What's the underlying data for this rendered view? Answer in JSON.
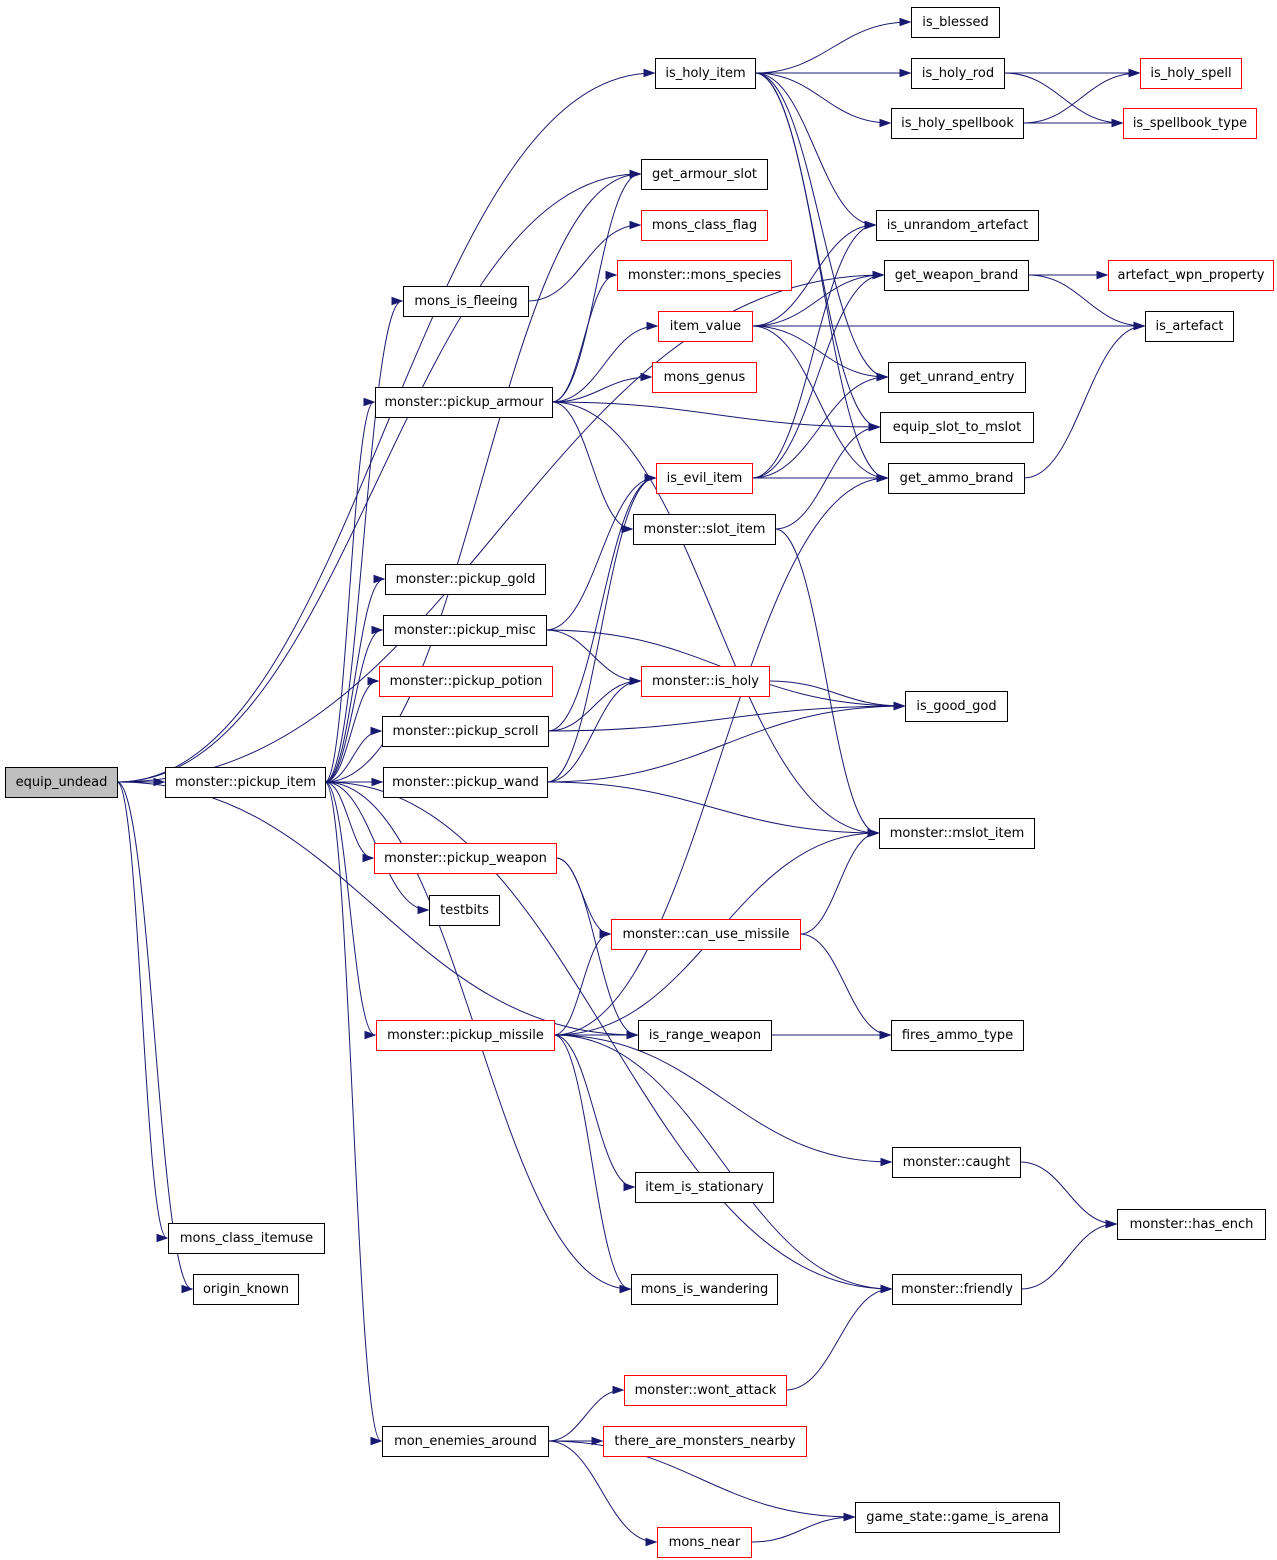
{
  "colors": {
    "edge": "#191970",
    "border_documented": "#000000",
    "border_undocumented": "#ff0000",
    "root_fill": "#bfbfbf",
    "node_fill": "#ffffff"
  },
  "nodes": {
    "equip_undead": {
      "label": "equip_undead",
      "style": "root"
    },
    "pickup_item": {
      "label": "monster::pickup_item",
      "style": "black"
    },
    "mons_class_itemuse": {
      "label": "mons_class_itemuse",
      "style": "black"
    },
    "origin_known": {
      "label": "origin_known",
      "style": "black"
    },
    "is_holy_item": {
      "label": "is_holy_item",
      "style": "black"
    },
    "get_armour_slot": {
      "label": "get_armour_slot",
      "style": "black"
    },
    "mons_class_flag": {
      "label": "mons_class_flag",
      "style": "red"
    },
    "mons_is_fleeing": {
      "label": "mons_is_fleeing",
      "style": "black"
    },
    "mons_species": {
      "label": "monster::mons_species",
      "style": "red"
    },
    "item_value": {
      "label": "item_value",
      "style": "red"
    },
    "pickup_armour": {
      "label": "monster::pickup_armour",
      "style": "black"
    },
    "mons_genus": {
      "label": "mons_genus",
      "style": "red"
    },
    "is_evil_item": {
      "label": "is_evil_item",
      "style": "red"
    },
    "slot_item": {
      "label": "monster::slot_item",
      "style": "black"
    },
    "pickup_gold": {
      "label": "monster::pickup_gold",
      "style": "black"
    },
    "pickup_misc": {
      "label": "monster::pickup_misc",
      "style": "black"
    },
    "pickup_potion": {
      "label": "monster::pickup_potion",
      "style": "red"
    },
    "is_holy": {
      "label": "monster::is_holy",
      "style": "red"
    },
    "pickup_scroll": {
      "label": "monster::pickup_scroll",
      "style": "black"
    },
    "pickup_wand": {
      "label": "monster::pickup_wand",
      "style": "black"
    },
    "pickup_weapon": {
      "label": "monster::pickup_weapon",
      "style": "red"
    },
    "testbits": {
      "label": "testbits",
      "style": "black"
    },
    "can_use_missile": {
      "label": "monster::can_use_missile",
      "style": "red"
    },
    "pickup_missile": {
      "label": "monster::pickup_missile",
      "style": "red"
    },
    "is_range_weapon": {
      "label": "is_range_weapon",
      "style": "black"
    },
    "item_is_stationary": {
      "label": "item_is_stationary",
      "style": "black"
    },
    "mons_is_wandering": {
      "label": "mons_is_wandering",
      "style": "black"
    },
    "wont_attack": {
      "label": "monster::wont_attack",
      "style": "red"
    },
    "mon_enemies_around": {
      "label": "mon_enemies_around",
      "style": "black"
    },
    "there_are_monsters_nearby": {
      "label": "there_are_monsters_nearby",
      "style": "red"
    },
    "mons_near": {
      "label": "mons_near",
      "style": "red"
    },
    "is_blessed": {
      "label": "is_blessed",
      "style": "black"
    },
    "is_holy_rod": {
      "label": "is_holy_rod",
      "style": "black"
    },
    "is_holy_spellbook": {
      "label": "is_holy_spellbook",
      "style": "black"
    },
    "is_unrandom_artefact": {
      "label": "is_unrandom_artefact",
      "style": "black"
    },
    "get_weapon_brand": {
      "label": "get_weapon_brand",
      "style": "black"
    },
    "get_unrand_entry": {
      "label": "get_unrand_entry",
      "style": "black"
    },
    "equip_slot_to_mslot": {
      "label": "equip_slot_to_mslot",
      "style": "black"
    },
    "get_ammo_brand": {
      "label": "get_ammo_brand",
      "style": "black"
    },
    "is_good_god": {
      "label": "is_good_god",
      "style": "black"
    },
    "mslot_item": {
      "label": "monster::mslot_item",
      "style": "black"
    },
    "fires_ammo_type": {
      "label": "fires_ammo_type",
      "style": "black"
    },
    "caught": {
      "label": "monster::caught",
      "style": "black"
    },
    "friendly": {
      "label": "monster::friendly",
      "style": "black"
    },
    "game_is_arena": {
      "label": "game_state::game_is_arena",
      "style": "black"
    },
    "is_holy_spell": {
      "label": "is_holy_spell",
      "style": "red"
    },
    "is_spellbook_type": {
      "label": "is_spellbook_type",
      "style": "red"
    },
    "artefact_wpn_property": {
      "label": "artefact_wpn_property",
      "style": "red"
    },
    "is_artefact": {
      "label": "is_artefact",
      "style": "black"
    },
    "has_ench": {
      "label": "monster::has_ench",
      "style": "black"
    }
  },
  "edges": [
    [
      "equip_undead",
      "pickup_item"
    ],
    [
      "equip_undead",
      "is_holy_item"
    ],
    [
      "equip_undead",
      "get_armour_slot"
    ],
    [
      "equip_undead",
      "get_weapon_brand"
    ],
    [
      "equip_undead",
      "is_range_weapon"
    ],
    [
      "equip_undead",
      "mons_class_itemuse"
    ],
    [
      "equip_undead",
      "origin_known"
    ],
    [
      "pickup_item",
      "mons_is_fleeing"
    ],
    [
      "pickup_item",
      "pickup_armour"
    ],
    [
      "pickup_item",
      "pickup_gold"
    ],
    [
      "pickup_item",
      "pickup_misc"
    ],
    [
      "pickup_item",
      "pickup_potion"
    ],
    [
      "pickup_item",
      "pickup_scroll"
    ],
    [
      "pickup_item",
      "pickup_wand"
    ],
    [
      "pickup_item",
      "pickup_weapon"
    ],
    [
      "pickup_item",
      "testbits"
    ],
    [
      "pickup_item",
      "pickup_missile"
    ],
    [
      "pickup_item",
      "mons_is_wandering"
    ],
    [
      "pickup_item",
      "friendly"
    ],
    [
      "pickup_item",
      "mon_enemies_around"
    ],
    [
      "pickup_item",
      "get_armour_slot"
    ],
    [
      "mons_is_fleeing",
      "mons_class_flag"
    ],
    [
      "pickup_armour",
      "get_armour_slot"
    ],
    [
      "pickup_armour",
      "mons_species"
    ],
    [
      "pickup_armour",
      "item_value"
    ],
    [
      "pickup_armour",
      "mons_genus"
    ],
    [
      "pickup_armour",
      "equip_slot_to_mslot"
    ],
    [
      "pickup_armour",
      "slot_item"
    ],
    [
      "pickup_armour",
      "mslot_item"
    ],
    [
      "pickup_misc",
      "is_evil_item"
    ],
    [
      "pickup_misc",
      "is_holy"
    ],
    [
      "pickup_misc",
      "is_good_god"
    ],
    [
      "pickup_scroll",
      "is_evil_item"
    ],
    [
      "pickup_scroll",
      "is_holy"
    ],
    [
      "pickup_scroll",
      "is_good_god"
    ],
    [
      "pickup_wand",
      "is_evil_item"
    ],
    [
      "pickup_wand",
      "is_holy"
    ],
    [
      "pickup_wand",
      "is_good_god"
    ],
    [
      "pickup_wand",
      "mslot_item"
    ],
    [
      "pickup_weapon",
      "can_use_missile"
    ],
    [
      "pickup_weapon",
      "is_range_weapon"
    ],
    [
      "pickup_missile",
      "get_ammo_brand"
    ],
    [
      "pickup_missile",
      "can_use_missile"
    ],
    [
      "pickup_missile",
      "mslot_item"
    ],
    [
      "pickup_missile",
      "fires_ammo_type"
    ],
    [
      "pickup_missile",
      "caught"
    ],
    [
      "pickup_missile",
      "item_is_stationary"
    ],
    [
      "pickup_missile",
      "mons_is_wandering"
    ],
    [
      "pickup_missile",
      "friendly"
    ],
    [
      "can_use_missile",
      "mslot_item"
    ],
    [
      "can_use_missile",
      "fires_ammo_type"
    ],
    [
      "is_range_weapon",
      "fires_ammo_type"
    ],
    [
      "mon_enemies_around",
      "wont_attack"
    ],
    [
      "mon_enemies_around",
      "there_are_monsters_nearby"
    ],
    [
      "mon_enemies_around",
      "game_is_arena"
    ],
    [
      "mon_enemies_around",
      "mons_near"
    ],
    [
      "mons_near",
      "game_is_arena"
    ],
    [
      "wont_attack",
      "friendly"
    ],
    [
      "caught",
      "has_ench"
    ],
    [
      "friendly",
      "has_ench"
    ],
    [
      "is_holy",
      "is_good_god"
    ],
    [
      "is_holy_item",
      "is_blessed"
    ],
    [
      "is_holy_item",
      "is_holy_rod"
    ],
    [
      "is_holy_item",
      "is_holy_spellbook"
    ],
    [
      "is_holy_item",
      "is_unrandom_artefact"
    ],
    [
      "is_holy_item",
      "get_unrand_entry"
    ],
    [
      "is_holy_item",
      "equip_slot_to_mslot"
    ],
    [
      "is_holy_item",
      "get_ammo_brand"
    ],
    [
      "is_holy_rod",
      "is_holy_spell"
    ],
    [
      "is_holy_rod",
      "is_spellbook_type"
    ],
    [
      "is_holy_spellbook",
      "is_holy_spell"
    ],
    [
      "is_holy_spellbook",
      "is_spellbook_type"
    ],
    [
      "item_value",
      "is_unrandom_artefact"
    ],
    [
      "item_value",
      "get_weapon_brand"
    ],
    [
      "item_value",
      "is_artefact"
    ],
    [
      "item_value",
      "get_unrand_entry"
    ],
    [
      "item_value",
      "get_ammo_brand"
    ],
    [
      "is_evil_item",
      "is_unrandom_artefact"
    ],
    [
      "is_evil_item",
      "get_weapon_brand"
    ],
    [
      "is_evil_item",
      "get_unrand_entry"
    ],
    [
      "is_evil_item",
      "get_ammo_brand"
    ],
    [
      "slot_item",
      "equip_slot_to_mslot"
    ],
    [
      "slot_item",
      "mslot_item"
    ],
    [
      "get_weapon_brand",
      "artefact_wpn_property"
    ],
    [
      "get_weapon_brand",
      "is_artefact"
    ],
    [
      "get_ammo_brand",
      "is_artefact"
    ]
  ]
}
